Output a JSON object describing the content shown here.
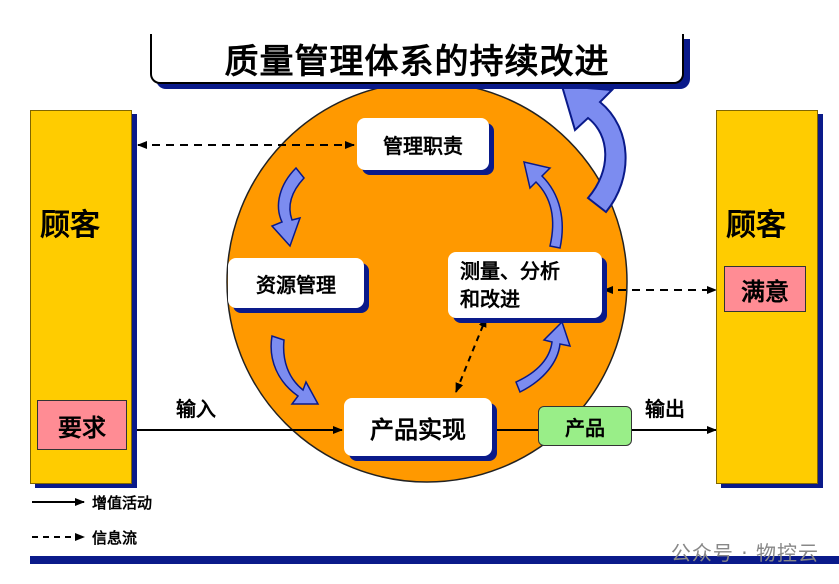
{
  "title": "质量管理体系的持续改进",
  "left_customer": {
    "label": "顾客",
    "requirement": "要求"
  },
  "right_customer": {
    "label": "顾客",
    "satisfaction": "满意"
  },
  "process_boxes": {
    "management_responsibility": "管理职责",
    "resource_management": "资源管理",
    "measurement_line1": "测量、分析",
    "measurement_line2": "和改进",
    "product_realization": "产品实现"
  },
  "product": "产品",
  "input_label": "输入",
  "output_label": "输出",
  "legend": {
    "value_activity": "增值活动",
    "info_flow": "信息流"
  },
  "watermark": "公众号 · 物控云",
  "colors": {
    "circle": "#ff9900",
    "customer": "#ffcc00",
    "pink": "#ff8c94",
    "green": "#99ee88",
    "shadow_blue": "#0a1a8a",
    "arrow_blue": "#7c8cf0"
  }
}
